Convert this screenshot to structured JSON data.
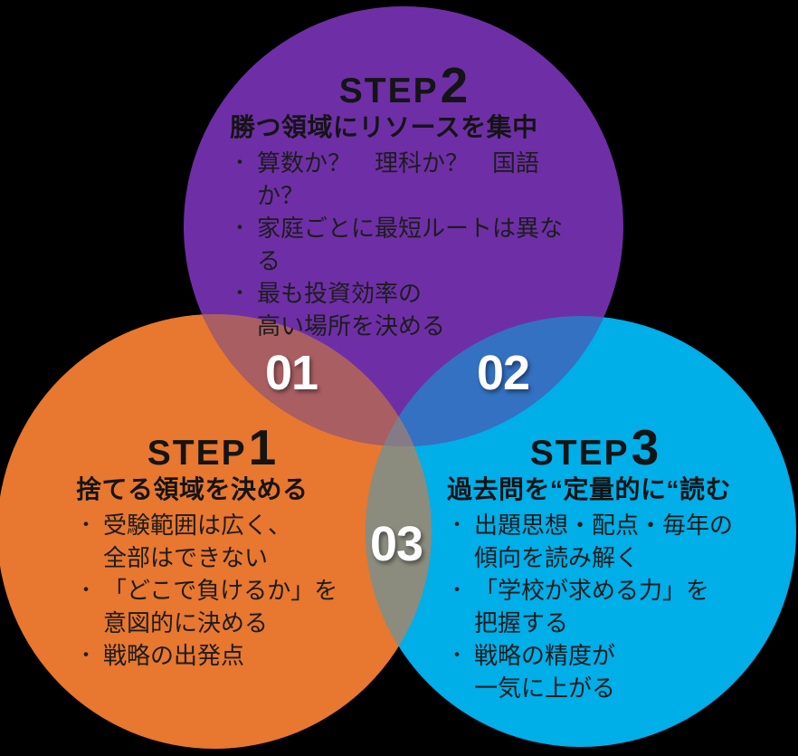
{
  "colors": {
    "background": "#000000",
    "purple": "#6E2FA6",
    "orange": "#E8772F",
    "blue": "#00AEE8",
    "overlap_purple_orange": "#A95F62",
    "overlap_purple_blue": "#3471C2",
    "overlap_orange_blue": "#8B8C7E",
    "overlap_center": "#847B87",
    "heading_text": "#141414",
    "body_text": "#1C1C1C",
    "number_text": "#FFFFFF"
  },
  "overlap_labels": {
    "one": "01",
    "two": "02",
    "three": "03"
  },
  "steps": {
    "step2": {
      "prefix": "STEP",
      "number": "2",
      "heading": "勝つ領域にリソースを集中",
      "bullets": [
        {
          "marker": "・",
          "text": "算数か？　理科か？　国語か？"
        },
        {
          "marker": "・",
          "text": "家庭ごとに最短ルートは異なる"
        },
        {
          "marker": "・",
          "text": "最も投資効率の\n高い場所を決める"
        }
      ]
    },
    "step1": {
      "prefix": "STEP",
      "number": "1",
      "heading": "捨てる領域を決める",
      "bullets": [
        {
          "marker": "・",
          "text": "受験範囲は広く、\n全部はできない"
        },
        {
          "marker": "・",
          "text": "「どこで負けるか」を\n意図的に決める"
        },
        {
          "marker": "・",
          "text": "戦略の出発点"
        }
      ]
    },
    "step3": {
      "prefix": "STEP",
      "number": "3",
      "heading": "過去問を“定量的に“読む",
      "bullets": [
        {
          "marker": "・",
          "text": "出題思想・配点・毎年の\n傾向を読み解く"
        },
        {
          "marker": "・",
          "text": "「学校が求める力」を\n把握する"
        },
        {
          "marker": "・",
          "text": "戦略の精度が\n一気に上がる"
        }
      ]
    }
  }
}
